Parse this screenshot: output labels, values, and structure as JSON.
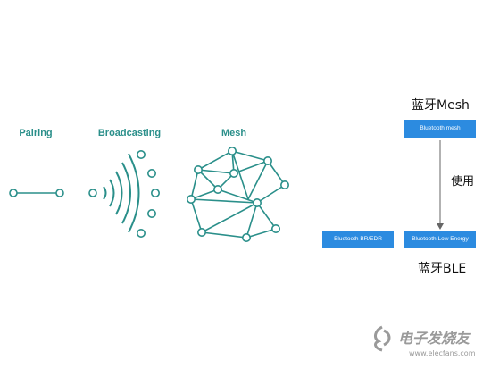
{
  "topologies": {
    "pairing_label": "Pairing",
    "broadcasting_label": "Broadcasting",
    "mesh_label": "Mesh"
  },
  "stack": {
    "mesh_title": "蓝牙Mesh",
    "mesh_box": "Bluetooth mesh",
    "uses_label": "使用",
    "br_edr_box": "Bluetooth BR/EDR",
    "le_box": "Bluetooth Low Energy",
    "ble_title": "蓝牙BLE"
  },
  "colors": {
    "teal": "#2a8f8a",
    "blue": "#2c8be0"
  },
  "watermark": {
    "logo_text": "电子发烧友",
    "url": "www.elecfans.com"
  }
}
